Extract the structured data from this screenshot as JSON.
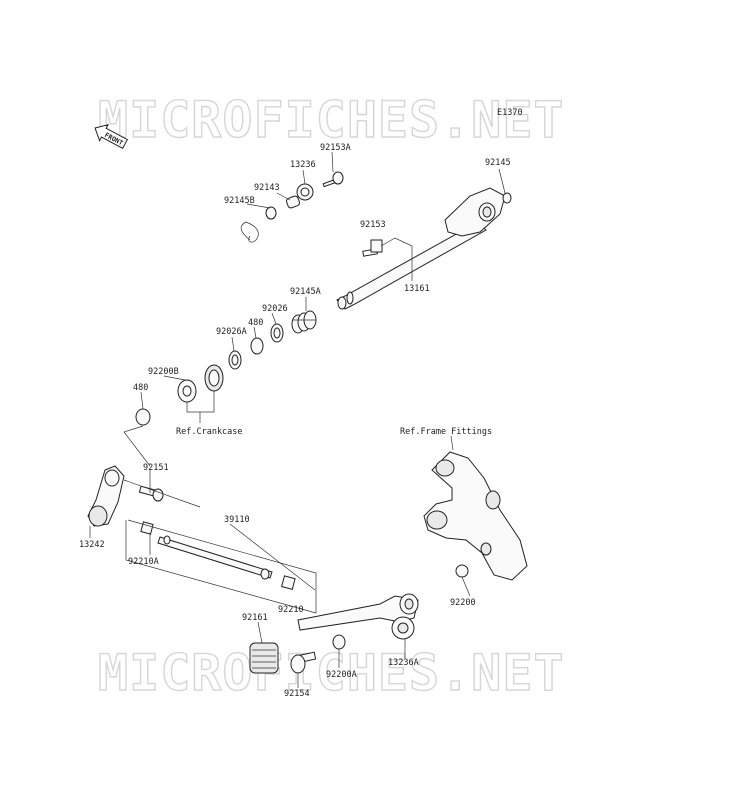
{
  "watermark": "MICROFICHES.NET",
  "diagram_code": "E1370",
  "front_label": "FRONT",
  "ref_crankcase": "Ref.Crankcase",
  "ref_frame_fittings": "Ref.Frame Fittings",
  "parts": {
    "p92153A": "92153A",
    "p13236": "13236",
    "p92143": "92143",
    "p92145B": "92145B",
    "p92145": "92145",
    "p92153": "92153",
    "p13161": "13161",
    "p92145A": "92145A",
    "p92026": "92026",
    "p480a": "480",
    "p92026A": "92026A",
    "p92200B": "92200B",
    "p480b": "480",
    "p92151": "92151",
    "p13242": "13242",
    "p39110": "39110",
    "p92210A": "92210A",
    "p92210": "92210",
    "p92161": "92161",
    "p92154": "92154",
    "p92200A": "92200A",
    "p13236A": "13236A",
    "p92200": "92200"
  }
}
